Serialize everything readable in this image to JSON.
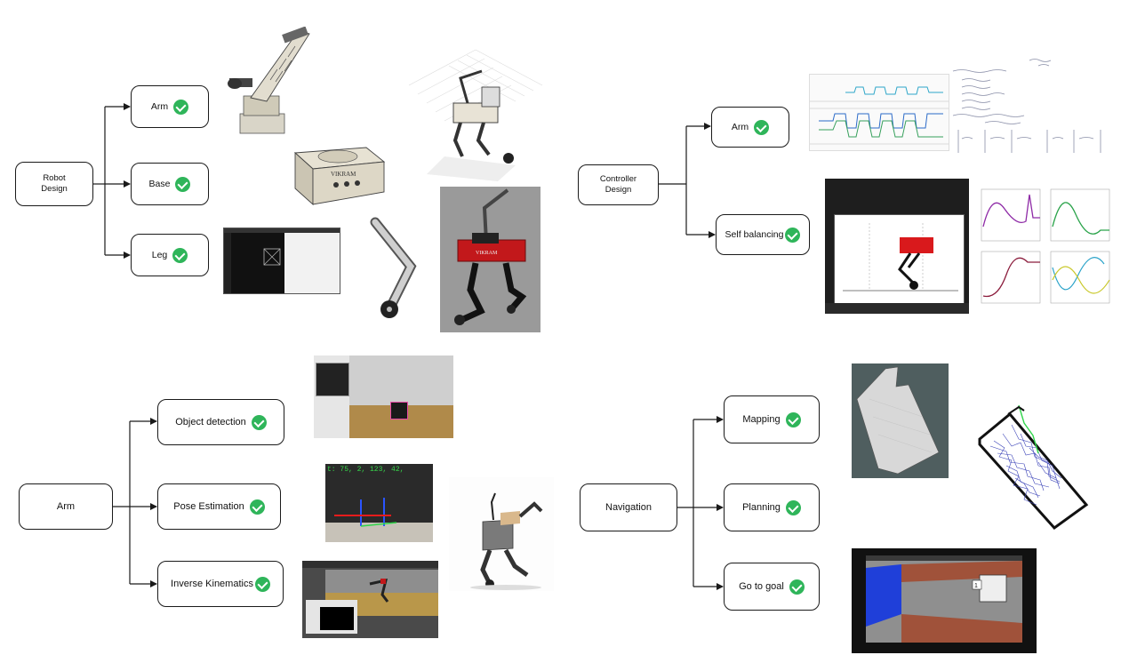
{
  "colors": {
    "check": "#2fb55a",
    "line": "#1a1a1a",
    "robot_red": "#c2181b"
  },
  "sections": {
    "robot_design": {
      "root": "Robot\nDesign",
      "items": [
        "Arm",
        "Base",
        "Leg"
      ]
    },
    "controller_design": {
      "root": "Controller\nDesign",
      "items": [
        "Arm",
        "Self balancing"
      ]
    },
    "arm": {
      "root": "Arm",
      "items": [
        "Object detection",
        "Pose Estimation",
        "Inverse Kinematics"
      ]
    },
    "navigation": {
      "root": "Navigation",
      "items": [
        "Mapping",
        "Planning",
        "Go to goal"
      ]
    }
  },
  "images": {
    "arm_render_text": "VIKRAM",
    "base_render_text": "VIKRAM",
    "pose_overlay_text": "t: 75, 2, 123, 42,",
    "goal_marker": "1"
  },
  "icons": [
    "check-icon"
  ]
}
